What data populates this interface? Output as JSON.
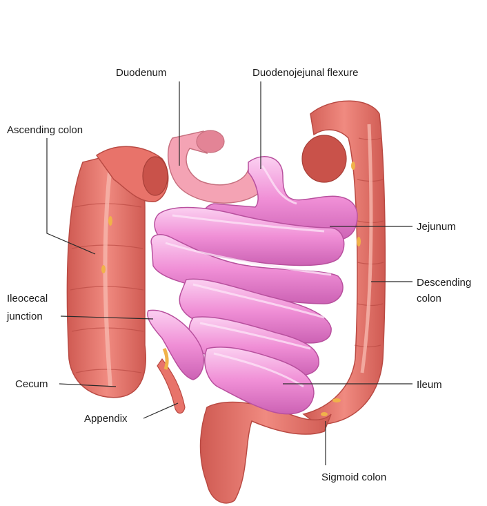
{
  "labels": {
    "duodenum": "Duodenum",
    "duodenojejunal_flexure": "Duodenojejunal flexure",
    "ascending_colon": "Ascending colon",
    "jejunum": "Jejunum",
    "descending_colon_line1": "Descending",
    "descending_colon_line2": "colon",
    "ileocecal_line1": "Ileocecal",
    "ileocecal_line2": "junction",
    "cecum": "Cecum",
    "ileum": "Ileum",
    "appendix": "Appendix",
    "sigmoid_colon": "Sigmoid colon"
  },
  "colors": {
    "colon": "#e8736a",
    "colon_dark": "#c9524a",
    "colon_light": "#f4a49a",
    "small_intestine": "#f08fd6",
    "small_intestine_dark": "#c65fb0",
    "small_intestine_light": "#fbc6ef",
    "duodenum": "#f4a3b4",
    "fat": "#f0b24a"
  }
}
